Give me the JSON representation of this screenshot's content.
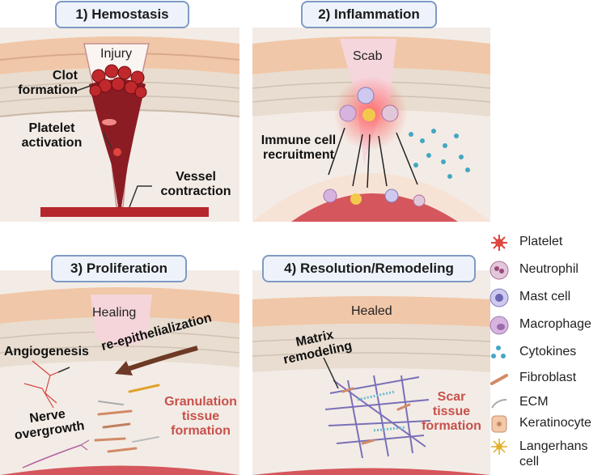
{
  "panels": {
    "hemostasis": {
      "title": "1) Hemostasis",
      "injury": "Injury",
      "clot": [
        "Clot",
        "formation"
      ],
      "platelet": [
        "Platelet",
        "activation"
      ],
      "vessel": [
        "Vessel",
        "contraction"
      ]
    },
    "inflammation": {
      "title": "2) Inflammation",
      "scab": "Scab",
      "immune": [
        "Immune cell",
        "recruitment"
      ]
    },
    "proliferation": {
      "title": "3) Proliferation",
      "healing": "Healing",
      "angio": "Angiogenesis",
      "reepi": "re-epithelialization",
      "nerve": [
        "Nerve",
        "overgrowth"
      ],
      "granulation": [
        "Granulation",
        "tissue",
        "formation"
      ]
    },
    "resolution": {
      "title": "4) Resolution/Remodeling",
      "healed": "Healed",
      "matrix": [
        "Matrix",
        "remodeling"
      ],
      "scar": [
        "Scar",
        "tissue",
        "formation"
      ]
    }
  },
  "legend": {
    "platelet": "Platelet",
    "neutrophil": "Neutrophil",
    "mast": "Mast cell",
    "macrophage": "Macrophage",
    "cytokines": "Cytokines",
    "fibroblast": "Fibroblast",
    "ecm": "ECM",
    "keratinocyte": "Keratinocyte",
    "langerhans": [
      "Langerhans",
      "cell"
    ]
  },
  "colors": {
    "label_red": "#c8504b",
    "title_border": "#7f9ac4",
    "title_bg": "#eef3fb",
    "vessel": "#b5262d"
  }
}
